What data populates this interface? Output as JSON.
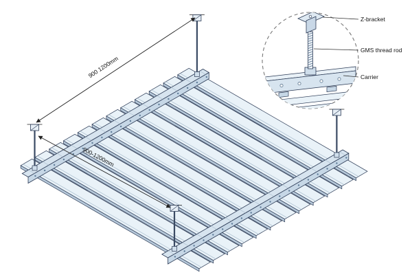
{
  "labels": {
    "z_bracket": "Z-bracket",
    "gms_thread_rod": "GMS thread rod",
    "carrier": "Carrier"
  },
  "dimensions": {
    "module_spacing_top": "900 1200mm",
    "carrier_spacing": "900-1200mm"
  },
  "diagram": {
    "panel_count": 12,
    "rod_count": 4,
    "carrier_count": 2,
    "colors": {
      "background": "#ffffff",
      "outline": "#2b3a55",
      "panel_fill": "#e9f2f8",
      "panel_side": "#b7c9da",
      "panel_groove": "#a8bccd",
      "carrier_top": "#d7e4ef",
      "carrier_face": "#c6d7e6",
      "carrier_hole": "#5f7c99",
      "rod": "#3a4a63",
      "bracket_fill": "#e6eef5",
      "dimension_line": "#222222",
      "label_text": "#111111"
    }
  }
}
